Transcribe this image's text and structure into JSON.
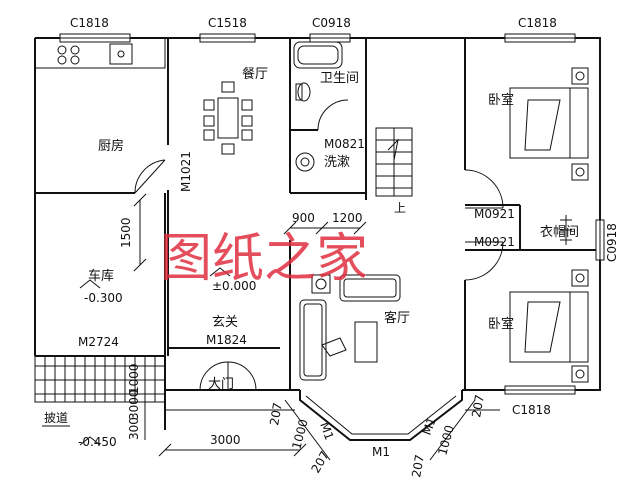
{
  "windows": {
    "w1": "C1818",
    "w2": "C1518",
    "w3": "C0918",
    "w4": "C1818",
    "w5": "C0918",
    "w6": "C1818"
  },
  "rooms": {
    "kitchen": "厨房",
    "dining": "餐厅",
    "bathroom": "卫生间",
    "wash": "洗漱",
    "bedroom1": "卧室",
    "bedroom2": "卧室",
    "closet": "衣帽间",
    "garage": "车库",
    "foyer": "玄关",
    "living": "客厅",
    "main_door": "大门"
  },
  "doors": {
    "m1021": "M1021",
    "m0821": "M0821",
    "m0921a": "M0921",
    "m0921b": "M0921",
    "m2724": "M2724",
    "m1824": "M1824",
    "m1": "M1",
    "m1_left": "M1",
    "m1_right": "M1"
  },
  "levels": {
    "garage": "-0.300",
    "foyer": "±0.000",
    "outside": "-0.450"
  },
  "dimensions": {
    "d1500": "1500",
    "d900": "900",
    "d1200": "1200",
    "d3000": "3000",
    "d1000v": "1000",
    "d3000v": "3000",
    "d300v": "300",
    "d207a": "207",
    "d207b": "207",
    "d207c": "207",
    "d207d": "207",
    "d1000a": "1000",
    "d1000b": "1000"
  },
  "stair": {
    "up": "上"
  },
  "ramp": {
    "label": "披道"
  },
  "watermark": "图纸之家"
}
